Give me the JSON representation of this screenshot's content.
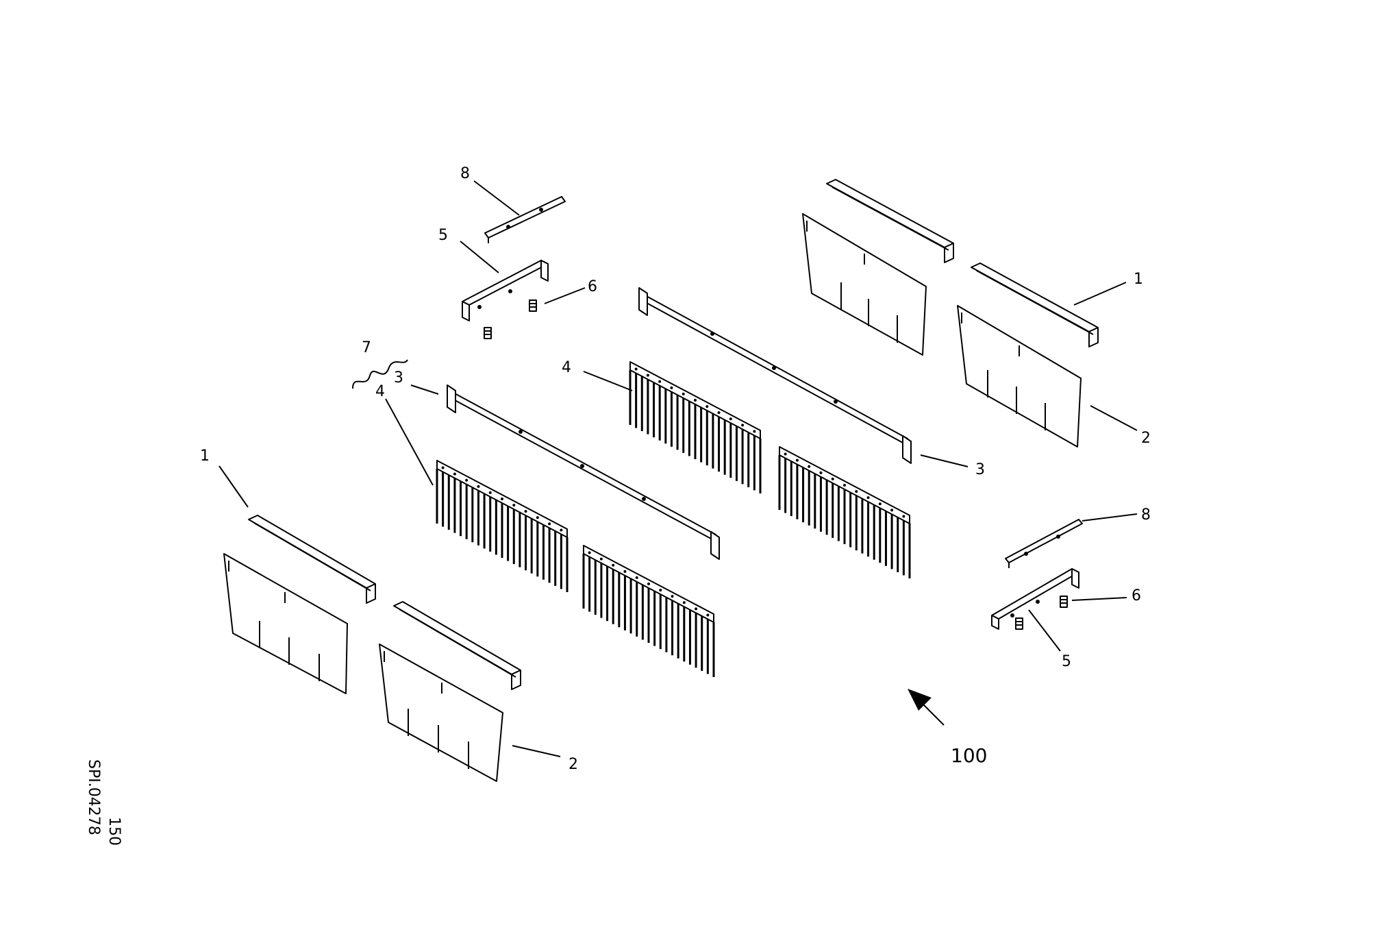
{
  "labels": {
    "part_1": "1",
    "part_2": "2",
    "part_3": "3",
    "part_4": "4",
    "part_5": "5",
    "part_6": "6",
    "part_7": "7",
    "part_8": "8",
    "view_arrow": "100"
  },
  "drawing_code": "SPI.04278",
  "page_number": "150"
}
